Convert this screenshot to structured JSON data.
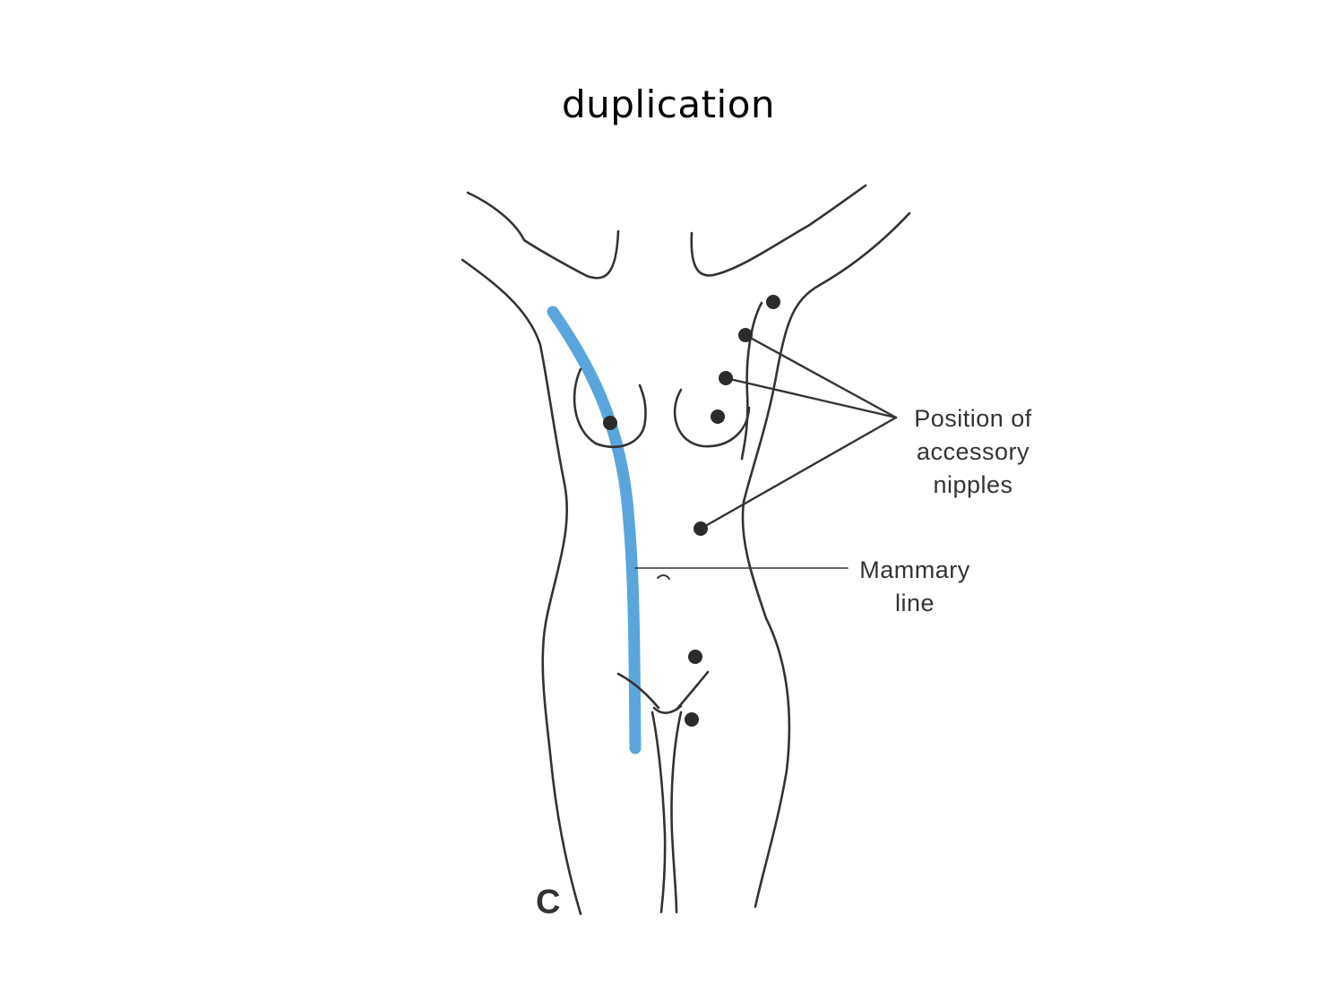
{
  "slide": {
    "title": "duplication"
  },
  "figure": {
    "panel_letter": "C",
    "label_accessory": [
      "Position of",
      "accessory",
      "nipples"
    ],
    "label_mammary": [
      "Mammary",
      "line"
    ],
    "colors": {
      "outline": "#333333",
      "mammary_line": "#5aa6dc",
      "dot": "#2b2b2b"
    }
  }
}
